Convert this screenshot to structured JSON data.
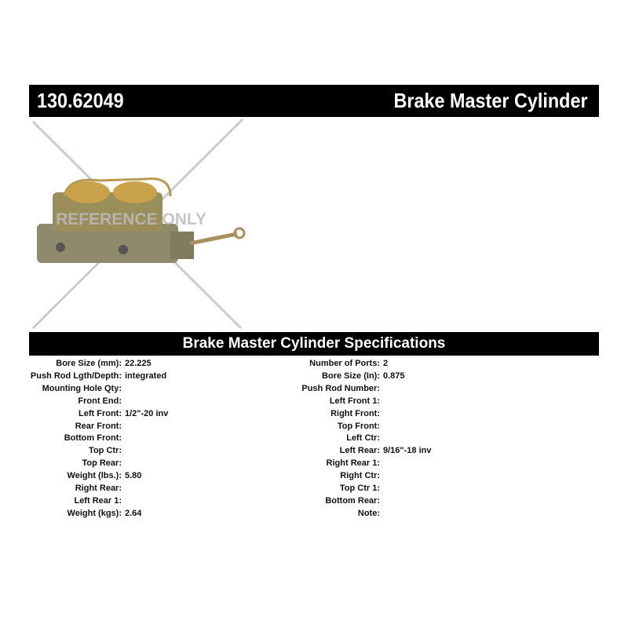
{
  "header": {
    "part_number": "130.62049",
    "title": "Brake Master Cylinder"
  },
  "image": {
    "watermark": "REFERENCE ONLY"
  },
  "specs": {
    "title": "Brake Master Cylinder Specifications",
    "left": [
      {
        "label": "Bore Size (mm):",
        "value": "22.225"
      },
      {
        "label": "Push Rod Lgth/Depth:",
        "value": "integrated"
      },
      {
        "label": "Mounting Hole Qty:",
        "value": ""
      },
      {
        "label": "Front End:",
        "value": ""
      },
      {
        "label": "Left Front:",
        "value": "1/2\"-20 inv"
      },
      {
        "label": "Rear Front:",
        "value": ""
      },
      {
        "label": "Bottom Front:",
        "value": ""
      },
      {
        "label": "Top Ctr:",
        "value": ""
      },
      {
        "label": "Top Rear:",
        "value": ""
      },
      {
        "label": "Weight (lbs.):",
        "value": "5.80"
      },
      {
        "label": "Right Rear:",
        "value": ""
      },
      {
        "label": "Left Rear 1:",
        "value": ""
      },
      {
        "label": "Weight (kgs):",
        "value": "2.64"
      }
    ],
    "right": [
      {
        "label": "Number of Ports:",
        "value": "2"
      },
      {
        "label": "Bore Size (In):",
        "value": "0.875"
      },
      {
        "label": "Push Rod Number:",
        "value": ""
      },
      {
        "label": "Left Front 1:",
        "value": ""
      },
      {
        "label": "Right Front:",
        "value": ""
      },
      {
        "label": "Top Front:",
        "value": ""
      },
      {
        "label": "Left Ctr:",
        "value": ""
      },
      {
        "label": "Left Rear:",
        "value": "9/16\"-18 inv"
      },
      {
        "label": "Right Rear 1:",
        "value": ""
      },
      {
        "label": "Right Ctr:",
        "value": ""
      },
      {
        "label": "Top Ctr 1:",
        "value": ""
      },
      {
        "label": "Bottom Rear:",
        "value": ""
      },
      {
        "label": "Note:",
        "value": ""
      }
    ]
  }
}
